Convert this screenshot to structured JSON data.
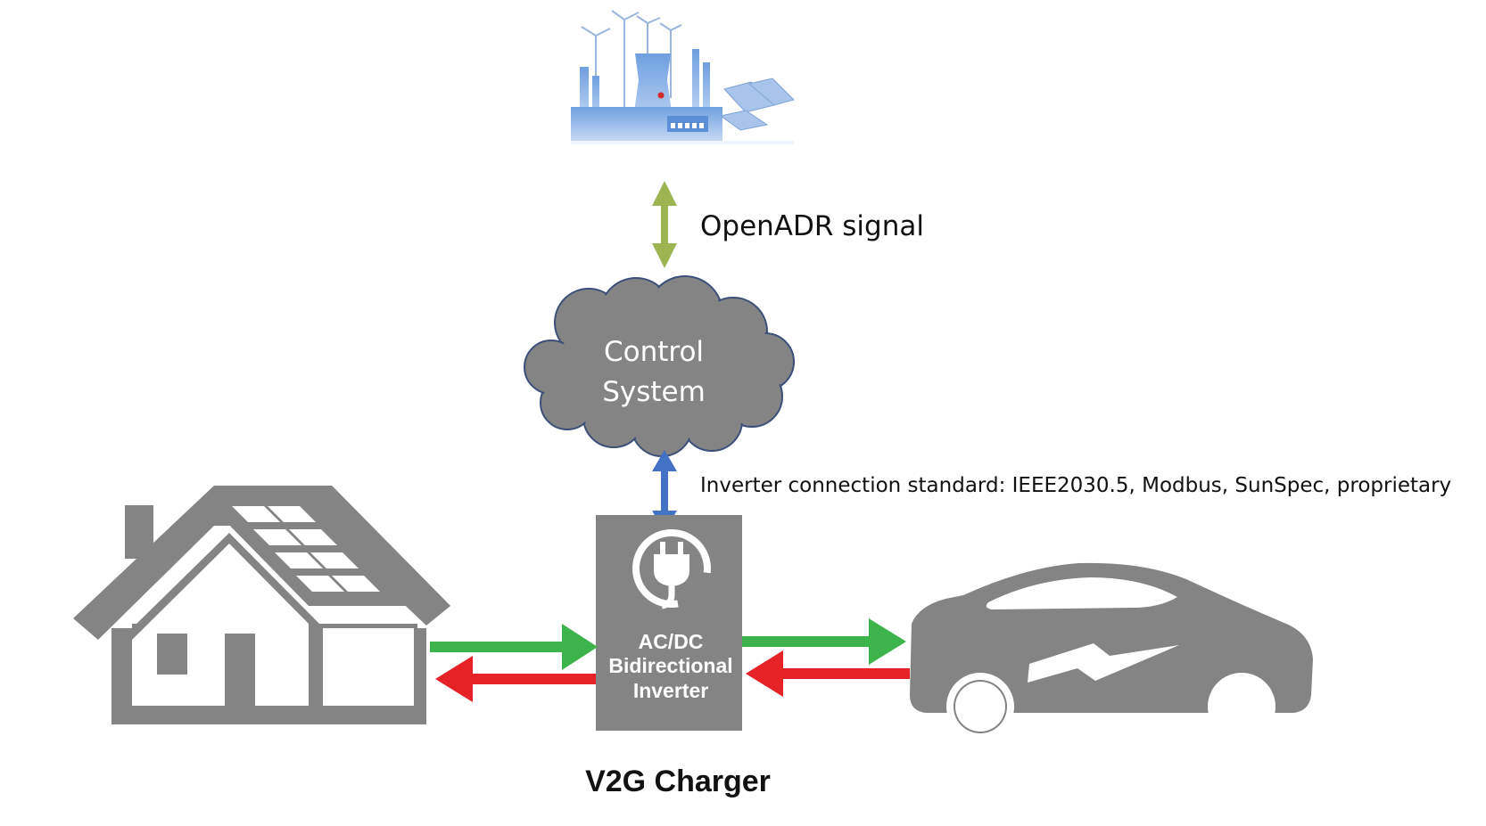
{
  "labels": {
    "openadr_signal": "OpenADR signal",
    "control_system_line1": "Control",
    "control_system_line2": "System",
    "inverter_standard": "Inverter connection standard: IEEE2030.5, Modbus, SunSpec, proprietary",
    "inverter_line1": "AC/DC",
    "inverter_line2": "Bidirectional",
    "inverter_line3": "Inverter",
    "charger_caption": "V2G Charger"
  },
  "colors": {
    "grey": "#848484",
    "cloud_stroke": "#3c4f7a",
    "openadr_arrow": "#9bb552",
    "connection_arrow": "#4472c4",
    "flow_to_inverter": "#3cb44b",
    "flow_from_inverter": "#e62227",
    "power_plant_blue": "#8fb4e6"
  },
  "icons": {
    "power_plant": "power-plant-icon",
    "cloud": "cloud-icon",
    "house": "house-icon",
    "solar_panel": "solar-panel-icon",
    "plug": "plug-icon",
    "car": "car-icon",
    "lightning": "lightning-icon"
  }
}
